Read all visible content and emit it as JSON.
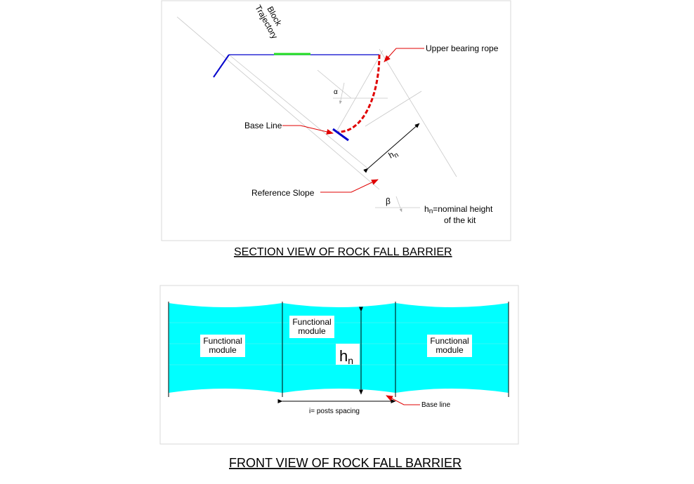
{
  "section_view": {
    "title": "SECTION VIEW OF ROCK FALL BARRIER",
    "labels": {
      "block": "Block",
      "trajectory": "Trajectory",
      "upper_rope": "Upper bearing rope",
      "base_line": "Base Line",
      "reference_slope": "Reference Slope",
      "alpha": "α",
      "beta": "β",
      "hn_base": "h",
      "hn_sub": "n",
      "nominal_1_base": "h",
      "nominal_1_sub": "n",
      "nominal_1_rest": "=nominal height",
      "nominal_2": "of the kit"
    },
    "colors": {
      "rope": "#e00000",
      "base": "#0000cc",
      "block": "#22dd22",
      "leader": "#e00000"
    }
  },
  "front_view": {
    "title": "FRONT VIEW OF ROCK FALL BARRIER",
    "modules": [
      {
        "line1": "Functional",
        "line2": "module"
      },
      {
        "line1": "Functional",
        "line2": "module"
      },
      {
        "line1": "Functional",
        "line2": "module"
      }
    ],
    "hn_base": "h",
    "hn_sub": "n",
    "spacing_label": "i= posts spacing",
    "base_line": "Base line",
    "colors": {
      "net": "#00ffff",
      "leader": "#e00000"
    }
  }
}
